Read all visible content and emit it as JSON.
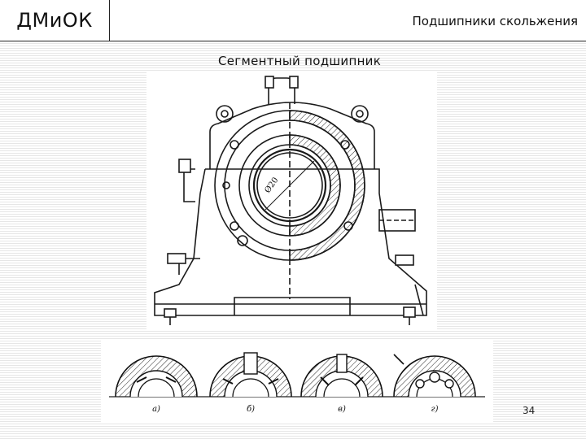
{
  "header": {
    "brand": "ДМиОК",
    "topic": "Подшипники скольжения"
  },
  "slide": {
    "title": "Сегментный подшипник",
    "page_number": "34"
  },
  "figure": {
    "diameter_label": "Ø20",
    "variant_labels": [
      "а)",
      "б)",
      "в)",
      "г)"
    ]
  }
}
